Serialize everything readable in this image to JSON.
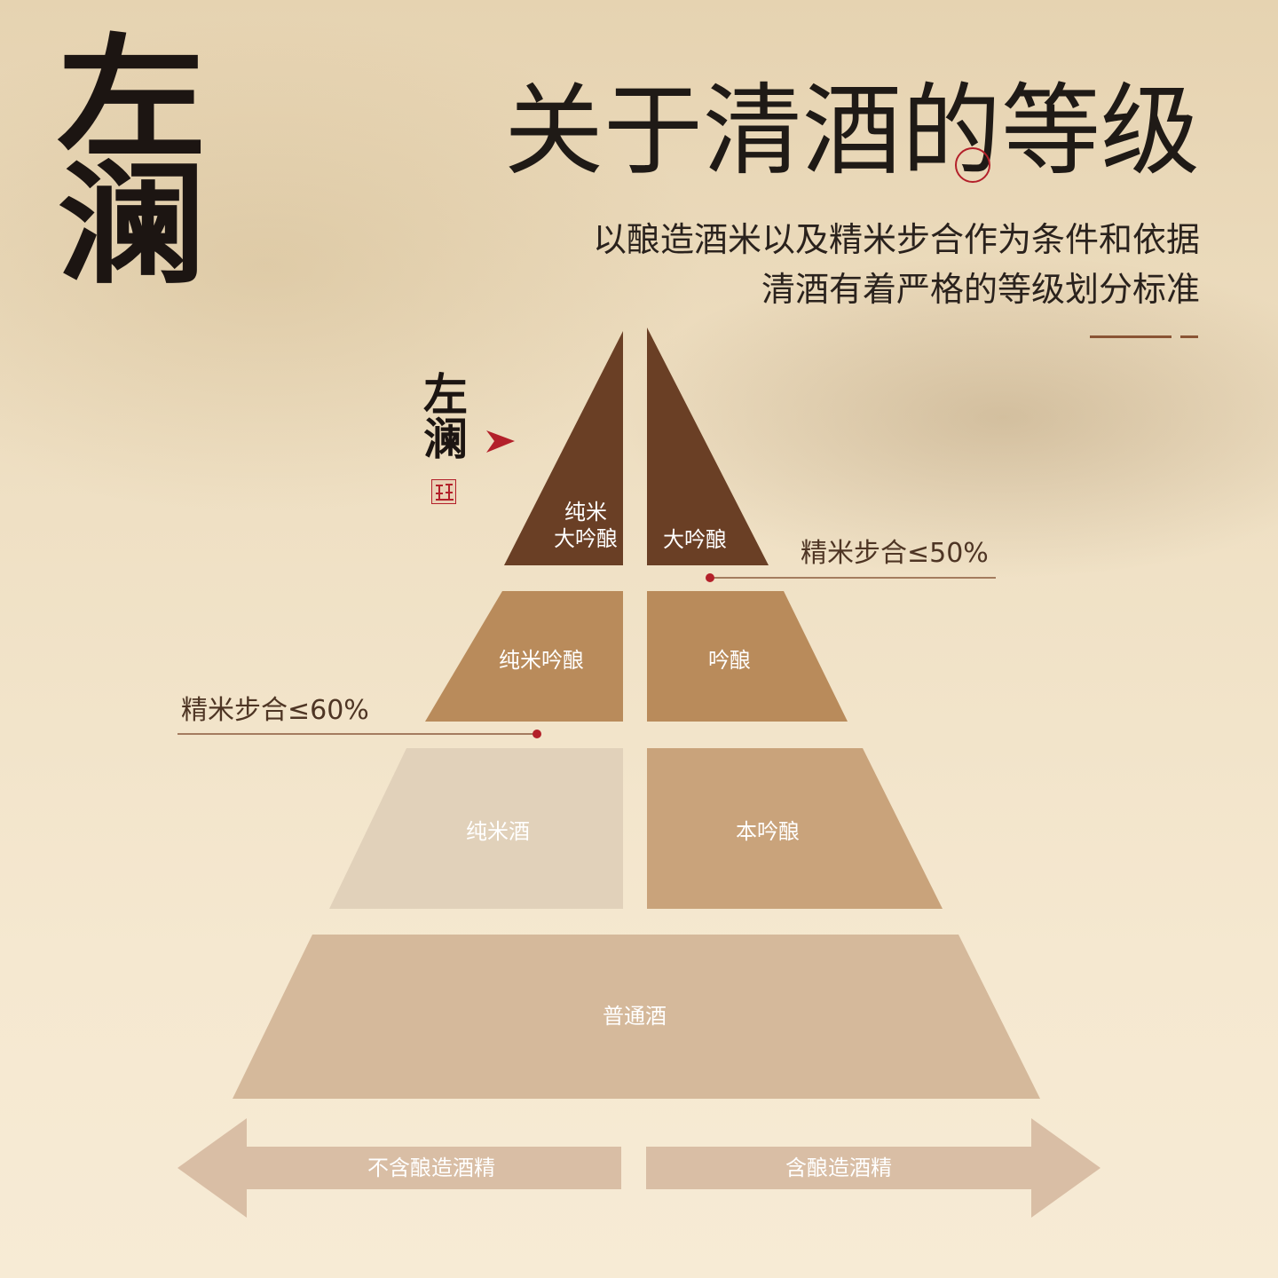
{
  "brand": {
    "char1": "左",
    "char2": "澜"
  },
  "header": {
    "title": "关于清酒的等级",
    "subtitle_line1": "以酿造酒米以及精米步合作为条件和依据",
    "subtitle_line2": "清酒有着严格的等级划分标准"
  },
  "colors": {
    "dark_brown": "#6a3f25",
    "mid_brown": "#b98b5b",
    "light_beige": "#e1d1ba",
    "tan": "#c9a37b",
    "base_tan": "#d5b99b",
    "accent_red": "#b3202a",
    "arrow": "#d9bea5"
  },
  "pyramid": {
    "tier1_left": "纯米\n大吟酿",
    "tier1_right": "大吟酿",
    "tier2_left": "纯米吟酿",
    "tier2_right": "吟酿",
    "tier3_left": "纯米酒",
    "tier3_right": "本吟酿",
    "base": "普通酒"
  },
  "markers": {
    "polish_50": "精米步合≤50%",
    "polish_60": "精米步合≤60%"
  },
  "arrows": {
    "left": "不含酿造酒精",
    "right": "含酿造酒精"
  },
  "icons": {
    "pointer": "triangle-pointer-icon",
    "seal": "red-seal-icon"
  }
}
